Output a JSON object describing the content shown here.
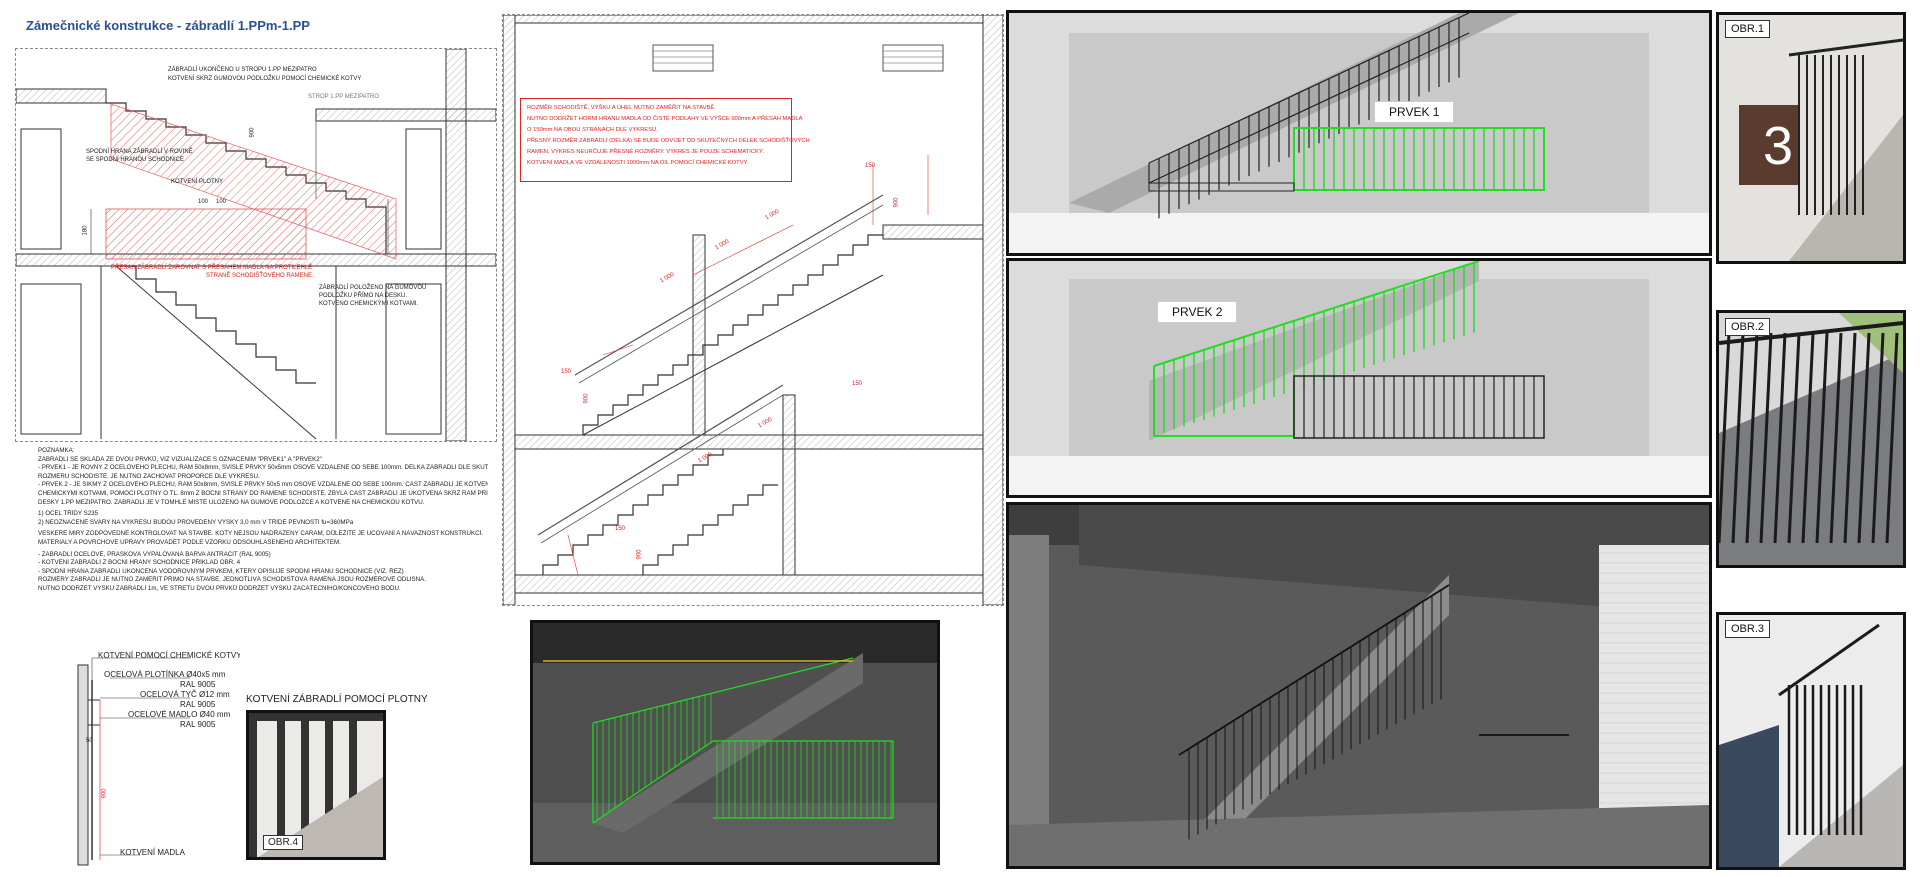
{
  "title": "Zámečnické konstrukce - zábradlí 1.PPm-1.PP",
  "section_left": {
    "annotations": {
      "a1": "ZÁBRADLÍ UKONČENO U STROPU 1.PP MEZIPATRO",
      "a2": "KOTVENÍ SKRZ GUMOVOU PODLOŽKU POMOCÍ CHEMICKÉ KOTVY",
      "a3": "STROP 1.PP MEZIPATRO",
      "a4": "SPODNÍ HRANA ZÁBRADLÍ V ROVINĚ",
      "a5": "SE SPODNÍ HRANOU SCHODNICE",
      "a6": "KOTVENÍ PLOTNY",
      "a7": "PŘESAH ZÁBRADLÍ ZAROVNAT S PŘESAHEM MADLA NA PROTILEHLÉ",
      "a8": "STRANĚ SCHODIŠŤOVÉHO RAMENE.",
      "a9": "ZÁBRADLÍ POLOŽENO NA GUMOVOU",
      "a10": "PODLOŽKU PŘÍMO NA DESKU.",
      "a11": "KOTVENO CHEMICKÝMI KOTVAMI.",
      "d1": "900",
      "d2": "100",
      "d3": "180",
      "d4": "100"
    }
  },
  "notes": [
    "POZNÁMKA:",
    "ZÁBRADLÍ SE SKLÁDÁ ZE DVOU PRVKŮ, VIZ VIZUALIZACE S OZNAČENÍM \"PRVEK1\" A \"PRVEK2\"",
    "- PRVEK1 - JE ROVNÝ Z OCELOVÉHO PLECHU, RÁM 50x8mm, SVISLÉ PRVKY 50x5mm OSOVĚ VZDÁLENÉ OD SEBE 100mm. DÉLKA ZÁBRADLÍ DLE SKUTEČNÉHO",
    "ROZMĚRU SCHODIŠTĚ. JE NUTNO ZACHOVAT PROPORCE DLE VÝKRESU.",
    "- PRVEK 2 - JE ŠIKMÝ Z OCELOVÉHO PLECHU, RÁM 50x8mm, SVISLÉ PRVKY 50x5 mm OSOVĚ VZDÁLENÉ OD SEBE 100mm. ČÁST ZÁBRADLÍ JE KOTVENA",
    "CHEMICKÝMI KOTVAMI, POMOCÍ PLOTNY O TL. 8mm Z BOČNÍ STRANY DO RAMENE SCHODIŠTĚ. ZBYLÁ ČÁST ZÁBRADLÍ JE UKOTVENA SKRZ RÁM PŘÍMO DO",
    "DESKY 1.PP MEZIPATRO. ZÁBRADLÍ JE V TOMHLE MÍSTĚ ULOŽENO NA GUMOVÉ PODLOŽCE A KOTVENÉ NA CHEMICKOU KOTVU.",
    "1) OCEL TŘÍDY S235",
    "2) NEOZNAČENÉ SVARY NA VÝKRESU BUDOU PROVEDENY VÝŠKY 3,0 mm V TŘÍDĚ PEVNOSTI fu=360MPa",
    "VEŠKERÉ MÍRY ZODPOVĚDNÉ KONTROLOVAT NA STAVBĚ. KÓTY NEJSOU NADŘAZENY ČÁRÁM, DŮLEŽITÉ JE UČOVÁNÍ A NÁVAZNOST KONSTRUKCÍ.",
    "MATERIÁLY A POVRCHOVÉ ÚPRAVY PROVÁDĚT PODLE VZORKU ODSOUHLASENÉHO ARCHITEKTEM.",
    "- ZÁBRADLÍ OCELOVÉ, PRÁŠKOVÁ VYPALOVANÁ BARVA ANTRACIT (RAL 9005)",
    "- KOTVENÍ ZÁBRADLÍ Z BOČNÍ HRANY SCHODNICE PŘÍKLAD OBR. 4",
    "- SPODNÍ HRANA ZÁBRADLÍ UKONČENÁ VODOROVNÝM PRVKEM, KTERÝ OPISUJE SPODNÍ HRANU SCHODNICE (VIZ. ŘEZ)",
    "ROZMĚRY ZÁBRADLÍ JE NUTNO ZAMĚŘIT PŘÍMO NA STAVBĚ. JEDNOTLIVÁ SCHODIŠŤOVÁ RAMENA JSOU ROZMĚROVĚ ODLIŠNÁ.",
    "NUTNO DODRŽET VÝŠKU ZÁBRADLÍ 1m, VE STŘETU DVOU PRVKŮ DODRŽET VÝŠKU ZAČÁTEČNÍHO/KONCOVÉHO BODU."
  ],
  "detail": {
    "l1": "KOTVENÍ POMOCÍ CHEMICKÉ KOTVY",
    "l2": "OCELOVÁ PLOTÍNKA Ø40x5 mm",
    "l3": "RAL 9005",
    "l4": "OCELOVÁ TYČ Ø12 mm",
    "l5": "RAL 9005",
    "l6": "OCELOVÉ MADLO Ø40 mm",
    "l7": "RAL 9005",
    "l8": "KOTVENÍ MADLA",
    "d1": "50",
    "d2": "900"
  },
  "plotny": {
    "caption": "KOTVENÍ ZÁBRADLÍ POMOCÍ PLOTNY",
    "obr": "OBR.4"
  },
  "section_mid": {
    "red_note": [
      "ROZMĚR SCHODIŠTĚ, VÝŠKU A ÚHEL NUTNO ZAMĚŘIT NA STAVBĚ.",
      "NUTNO DODRŽET HORNÍ HRANU MADLA OD ČISTÉ PODLAHY VE VÝŠCE 900mm A PŘESAH MADLA",
      "O 150mm NA OBOU STRANÁCH DLE VÝKRESU.",
      "PŘESNÝ ROZMĚR ZÁBRADLÍ (DÉLKA) SE BUDE ODVÍJET OD SKUTEČNÝCH DÉLEK SCHODIŠŤOVÝCH",
      "RAMEN. VÝKRES NEURČUJE PŘESNÉ ROZMĚRY. VÝKRES JE POUZE SCHEMATICKÝ.",
      "KOTVENÍ MADLA VE VZDÁLENOSTI 1000mm NA DIL POMOCÍ CHEMICKÉ KOTVY."
    ],
    "dims": {
      "d150a": "150",
      "d900a": "900",
      "d1000a": "1 000",
      "d1000b": "1 000",
      "d1000c": "1 000",
      "d150b": "150",
      "d900b": "900",
      "d150c": "150",
      "d1000d": "1 000",
      "d1000e": "1 000",
      "d150d": "150",
      "d900c": "900"
    }
  },
  "renders": {
    "prvek1": "PRVEK 1",
    "prvek2": "PRVEK 2"
  },
  "photos": {
    "obr1": "OBR.1",
    "obr2": "OBR.2",
    "obr3": "OBR.3",
    "photo_number": "3"
  }
}
